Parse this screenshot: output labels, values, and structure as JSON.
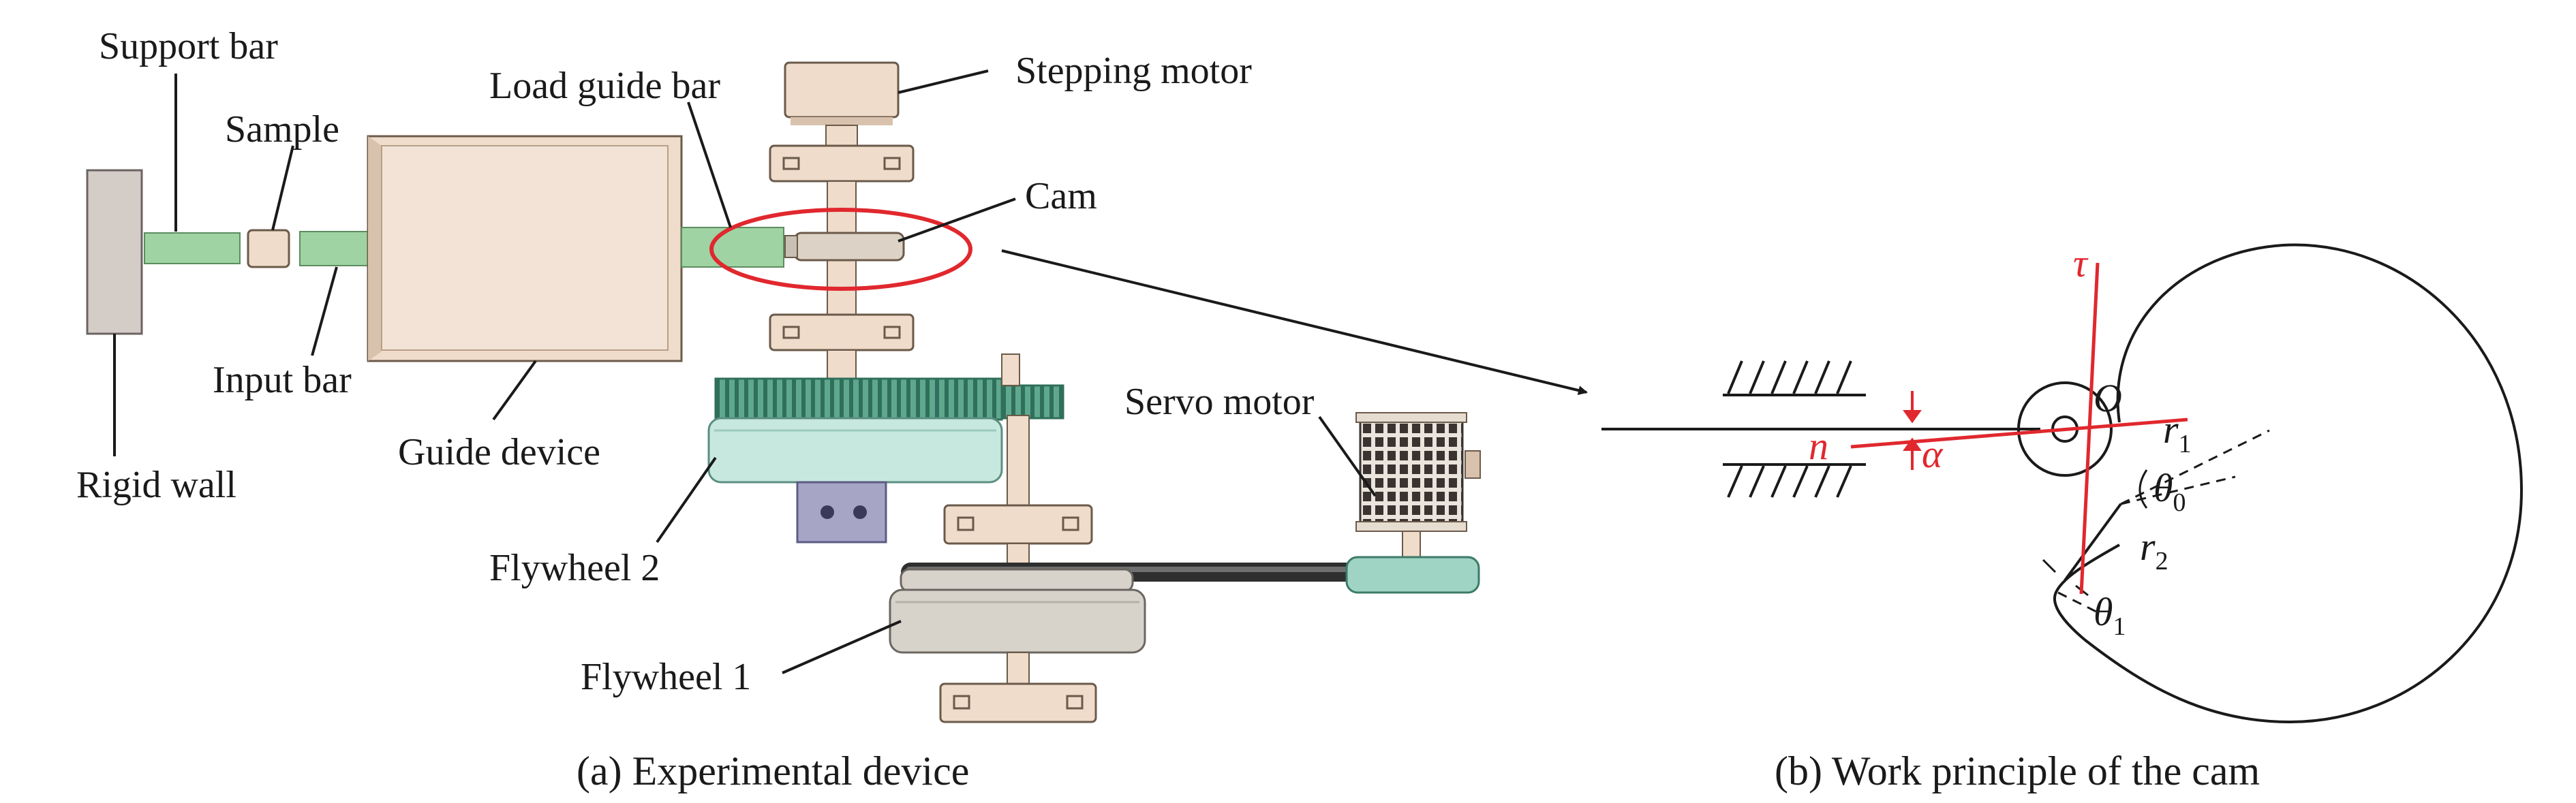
{
  "colors": {
    "beige": "#efdccb",
    "beige_dark": "#d9c2ad",
    "green_bar": "#9fd3a3",
    "gear_green": "#5fa88e",
    "flywheel2": "#c7e8de",
    "flywheel1": "#d7d3cb",
    "rigid_wall": "#d4ccc7",
    "coupler": "#a7a5c6",
    "highlight_red": "#e0282e",
    "line": "#1a1a1a"
  },
  "panel_a": {
    "caption": "(a) Experimental device",
    "labels": {
      "support_bar": "Support bar",
      "sample": "Sample",
      "load_guide_bar": "Load guide bar",
      "stepping_motor": "Stepping motor",
      "cam": "Cam",
      "input_bar": "Input bar",
      "rigid_wall": "Rigid wall",
      "guide_device": "Guide device",
      "servo_motor": "Servo motor",
      "flywheel_2": "Flywheel 2",
      "flywheel_1": "Flywheel 1"
    }
  },
  "panel_b": {
    "caption": "(b) Work principle of the cam",
    "symbols": {
      "tau": "τ",
      "O": "O",
      "n": "n",
      "alpha": "α",
      "r": "r",
      "r1_sub": "1",
      "r2_sub": "2",
      "theta": "θ",
      "theta0_sub": "0",
      "theta1_sub": "1"
    }
  }
}
